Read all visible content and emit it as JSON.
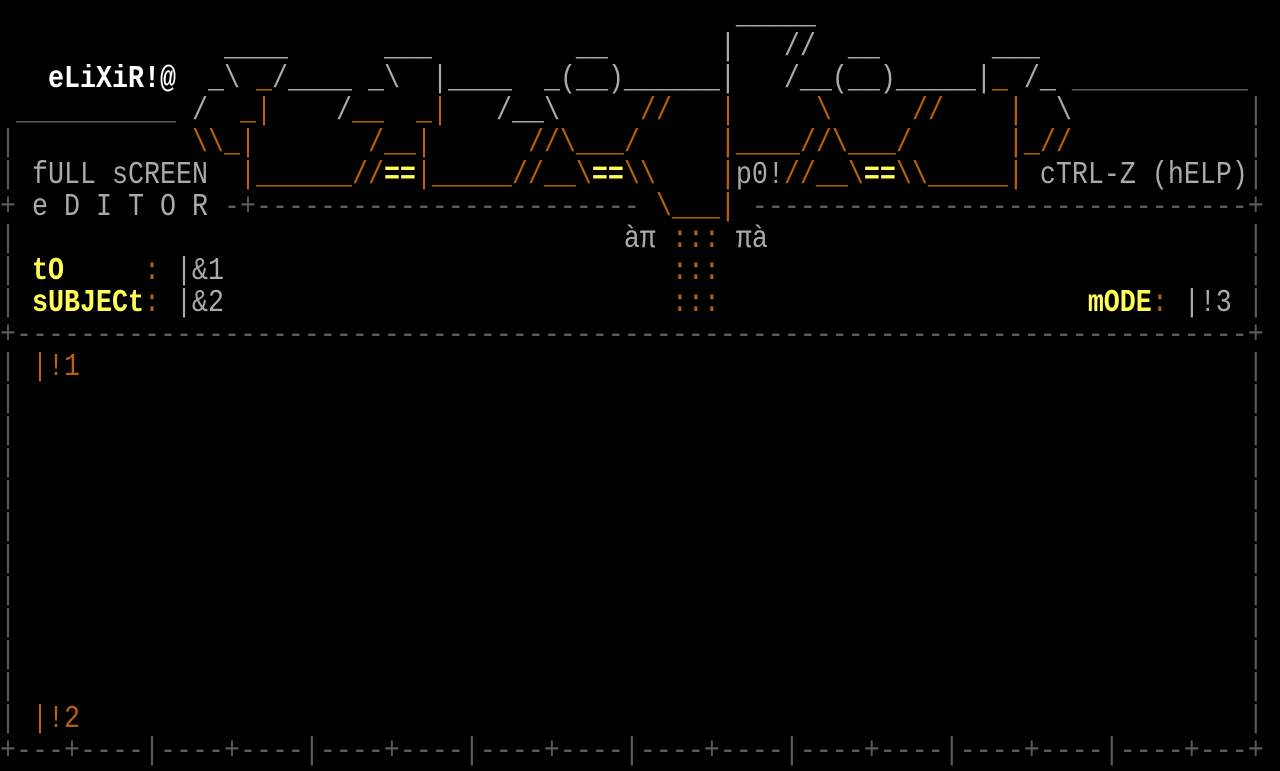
{
  "palette": {
    "o": "#b8600c",
    "g": "#aaaaaa",
    "d": "#5a5a5a",
    "y": "#ffff55",
    "w": "#ffffff"
  },
  "rows": [
    [
      [
        "                                              ",
        ""
      ],
      [
        "_____",
        "g"
      ]
    ],
    [
      [
        "              ",
        ""
      ],
      [
        "____",
        "g"
      ],
      [
        "      ",
        ""
      ],
      [
        "___",
        "g"
      ],
      [
        "         ",
        ""
      ],
      [
        "__",
        "g"
      ],
      [
        "       ",
        ""
      ],
      [
        "|",
        "g"
      ],
      [
        "   ",
        ""
      ],
      [
        "//",
        "g"
      ],
      [
        "  ",
        ""
      ],
      [
        "__",
        "g"
      ],
      [
        "       ",
        ""
      ],
      [
        "___",
        "g"
      ]
    ],
    [
      [
        "   ",
        ""
      ],
      [
        "eLiXiR!@",
        "w"
      ],
      [
        "  ",
        ""
      ],
      [
        "_\\ ",
        "g"
      ],
      [
        "_",
        "o"
      ],
      [
        "/____",
        "g"
      ],
      [
        " ",
        ""
      ],
      [
        "_\\",
        "g"
      ],
      [
        "  ",
        ""
      ],
      [
        "|____",
        "g"
      ],
      [
        "  ",
        ""
      ],
      [
        "_(__)______|",
        "g"
      ],
      [
        "   ",
        ""
      ],
      [
        "/__(__)_____|",
        "g"
      ],
      [
        "_",
        "o"
      ],
      [
        " ",
        ""
      ],
      [
        "/_",
        "g"
      ],
      [
        " ",
        ""
      ],
      [
        "___________",
        "d"
      ]
    ],
    [
      [
        " ",
        ""
      ],
      [
        "__________",
        "d"
      ],
      [
        " ",
        ""
      ],
      [
        "/",
        "g"
      ],
      [
        "  ",
        ""
      ],
      [
        "_|",
        "o"
      ],
      [
        "    ",
        ""
      ],
      [
        "/",
        "g"
      ],
      [
        "__",
        "o"
      ],
      [
        "  ",
        ""
      ],
      [
        "_|",
        "o"
      ],
      [
        "   ",
        ""
      ],
      [
        "/__\\",
        "g"
      ],
      [
        "     ",
        ""
      ],
      [
        "//",
        "o"
      ],
      [
        "   ",
        ""
      ],
      [
        "|",
        "o"
      ],
      [
        "     ",
        ""
      ],
      [
        "\\",
        "o"
      ],
      [
        "     ",
        ""
      ],
      [
        "//",
        "o"
      ],
      [
        "    ",
        ""
      ],
      [
        "|",
        "o"
      ],
      [
        "  ",
        ""
      ],
      [
        "\\",
        "g"
      ],
      [
        "           ",
        ""
      ],
      [
        "|",
        "d"
      ]
    ],
    [
      [
        "|",
        "d"
      ],
      [
        "           ",
        ""
      ],
      [
        "\\\\_|",
        "o"
      ],
      [
        "       ",
        ""
      ],
      [
        "/__|",
        "o"
      ],
      [
        "      ",
        ""
      ],
      [
        "//\\___/",
        "o"
      ],
      [
        "     ",
        ""
      ],
      [
        "|____//\\___/",
        "o"
      ],
      [
        "      ",
        ""
      ],
      [
        "|_//",
        "o"
      ],
      [
        "           ",
        ""
      ],
      [
        "|",
        "d"
      ]
    ],
    [
      [
        "|",
        "d"
      ],
      [
        " ",
        ""
      ],
      [
        "fULL sCREEN",
        "g"
      ],
      [
        "  ",
        ""
      ],
      [
        "|______//",
        "o"
      ],
      [
        "==",
        "y"
      ],
      [
        "|_____//__\\",
        "o"
      ],
      [
        "==",
        "y"
      ],
      [
        "\\\\",
        "o"
      ],
      [
        "    ",
        ""
      ],
      [
        "|",
        "o"
      ],
      [
        "p0!",
        "g"
      ],
      [
        "//__\\",
        "o"
      ],
      [
        "==",
        "y"
      ],
      [
        "\\\\_____|",
        "o"
      ],
      [
        " ",
        ""
      ],
      [
        "cTRL-Z (hELP)",
        "g"
      ],
      [
        "|",
        "d"
      ]
    ],
    [
      [
        "+",
        "d"
      ],
      [
        " ",
        ""
      ],
      [
        "e D I T O R",
        "g"
      ],
      [
        " ",
        ""
      ],
      [
        "-+------------------------",
        "d"
      ],
      [
        " ",
        ""
      ],
      [
        "\\___|",
        "o"
      ],
      [
        " ",
        ""
      ],
      [
        "-------------------------------",
        "d"
      ],
      [
        "+",
        "d"
      ]
    ],
    [
      [
        "|",
        "d"
      ],
      [
        "                                      ",
        ""
      ],
      [
        "àπ",
        "g"
      ],
      [
        " ",
        ""
      ],
      [
        ":::",
        "o"
      ],
      [
        " ",
        ""
      ],
      [
        "πà",
        "g"
      ],
      [
        "                              ",
        ""
      ],
      [
        "|",
        "d"
      ]
    ],
    [
      [
        "|",
        "d"
      ],
      [
        " ",
        ""
      ],
      [
        "tO",
        "y"
      ],
      [
        "     ",
        ""
      ],
      [
        ":",
        "o"
      ],
      [
        " ",
        ""
      ],
      [
        "|&1",
        "g"
      ],
      [
        "                            ",
        ""
      ],
      [
        ":::",
        "o"
      ],
      [
        "                                 ",
        ""
      ],
      [
        "|",
        "d"
      ]
    ],
    [
      [
        "|",
        "d"
      ],
      [
        " ",
        ""
      ],
      [
        "sUBJECt",
        "y"
      ],
      [
        ":",
        "o"
      ],
      [
        " ",
        ""
      ],
      [
        "|&2",
        "g"
      ],
      [
        "                            ",
        ""
      ],
      [
        ":::",
        "o"
      ],
      [
        "                       ",
        ""
      ],
      [
        "mODE",
        "y"
      ],
      [
        ":",
        "o"
      ],
      [
        " ",
        ""
      ],
      [
        "|!3",
        "g"
      ],
      [
        " ",
        ""
      ],
      [
        "|",
        "d"
      ]
    ],
    [
      [
        "+-----------------------------------------------------------------------------+",
        "d"
      ]
    ],
    [
      [
        "|",
        "d"
      ],
      [
        " ",
        ""
      ],
      [
        "|!1",
        "o"
      ],
      [
        "                                                                         ",
        ""
      ],
      [
        "|",
        "d"
      ]
    ],
    [
      [
        "|                                                                             |",
        "d"
      ]
    ],
    [
      [
        "|                                                                             |",
        "d"
      ]
    ],
    [
      [
        "|                                                                             |",
        "d"
      ]
    ],
    [
      [
        "|                                                                             |",
        "d"
      ]
    ],
    [
      [
        "|                                                                             |",
        "d"
      ]
    ],
    [
      [
        "|                                                                             |",
        "d"
      ]
    ],
    [
      [
        "|                                                                             |",
        "d"
      ]
    ],
    [
      [
        "|                                                                             |",
        "d"
      ]
    ],
    [
      [
        "|                                                                             |",
        "d"
      ]
    ],
    [
      [
        "|                                                                             |",
        "d"
      ]
    ],
    [
      [
        "|",
        "d"
      ],
      [
        " ",
        ""
      ],
      [
        "|!2",
        "o"
      ],
      [
        "                                                                         ",
        ""
      ],
      [
        "|",
        "d"
      ]
    ],
    [
      [
        "+---+----|----+----|----+----|----+----|----+----|----+----|----+----|----+---+",
        "d"
      ]
    ]
  ]
}
